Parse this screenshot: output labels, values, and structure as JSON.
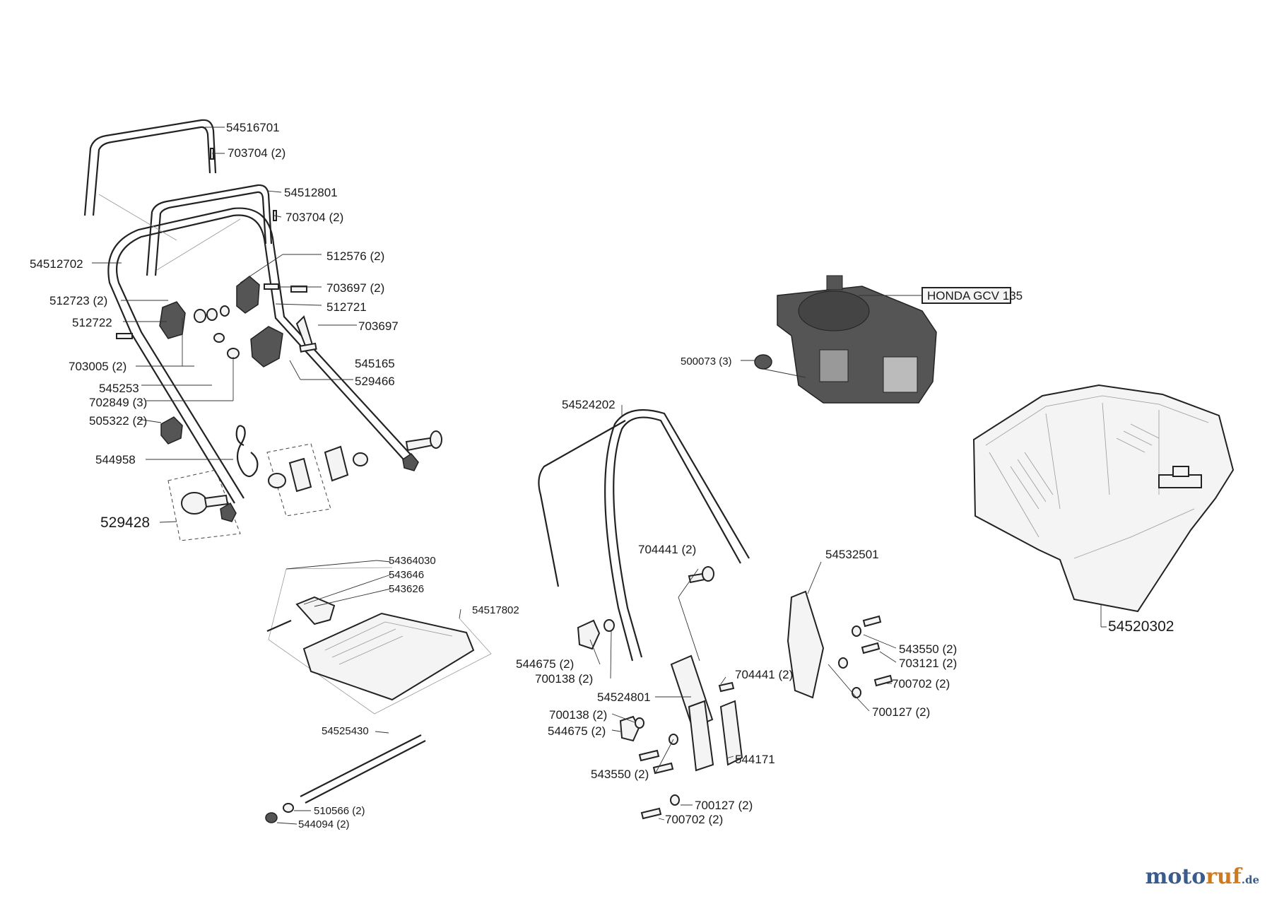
{
  "callouts": {
    "c1": "54516701",
    "c2": "703704 (2)",
    "c3": "54512801",
    "c4": "703704 (2)",
    "c5": "54512702",
    "c6": "512576 (2)",
    "c7": "703697 (2)",
    "c8": "512723 (2)",
    "c9": "512721",
    "c10": "512722",
    "c11": "703697",
    "c12": "703005 (2)",
    "c13": "545165",
    "c14": "545253",
    "c15": "529466",
    "c16": "702849 (3)",
    "c17": "505322 (2)",
    "c18": "544958",
    "c19": "529428",
    "c20": "54364030",
    "c21": "543646",
    "c22": "543626",
    "c23": "54517802",
    "c24": "54525430",
    "c25": "510566 (2)",
    "c26": "544094 (2)",
    "c27": "HONDA GCV 135",
    "c28": "500073 (3)",
    "c29": "54524202",
    "c30": "704441 (2)",
    "c31": "54532501",
    "c32": "544675 (2)",
    "c33": "700138 (2)",
    "c34": "704441 (2)",
    "c35": "543550 (2)",
    "c36": "703121 (2)",
    "c37": "54524801",
    "c38": "700702 (2)",
    "c39": "700138 (2)",
    "c40": "700127 (2)",
    "c41": "544675 (2)",
    "c42": "544171",
    "c43": "543550 (2)",
    "c44": "700127 (2)",
    "c45": "700702 (2)",
    "c46": "54520302"
  },
  "brand": {
    "part1": "moto",
    "part2": "ruf",
    "part3": ".de"
  }
}
